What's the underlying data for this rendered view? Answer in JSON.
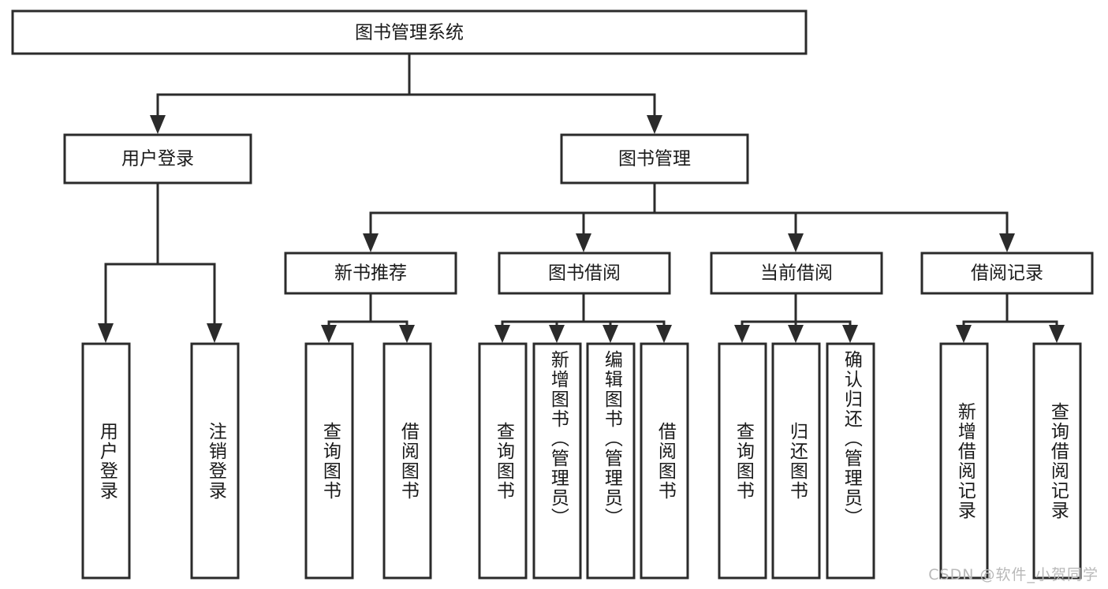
{
  "diagram": {
    "title": "图书管理系统",
    "type": "tree-hierarchy-diagram",
    "colors": {
      "box_stroke": "#2b2b2b",
      "box_fill": "#ffffff",
      "connector": "#2b2b2b",
      "text": "#1a1a1a",
      "watermark": "#b9b9b9",
      "background": "#ffffff"
    },
    "root": {
      "label": "图书管理系统"
    },
    "level2": [
      {
        "label": "用户登录"
      },
      {
        "label": "图书管理"
      }
    ],
    "level3": [
      {
        "label": "新书推荐"
      },
      {
        "label": "图书借阅"
      },
      {
        "label": "当前借阅"
      },
      {
        "label": "借阅记录"
      }
    ],
    "leaves": {
      "user_login": [
        {
          "label": "用户登录"
        },
        {
          "label": "注销登录"
        }
      ],
      "new_book_recommend": [
        {
          "label": "查询图书"
        },
        {
          "label": "借阅图书"
        }
      ],
      "book_borrow": [
        {
          "label": "查询图书"
        },
        {
          "label": "新增图书（管理员）"
        },
        {
          "label": "编辑图书（管理员）"
        },
        {
          "label": "借阅图书"
        }
      ],
      "current_borrow": [
        {
          "label": "查询图书"
        },
        {
          "label": "归还图书"
        },
        {
          "label": "确认归还（管理员）"
        }
      ],
      "borrow_record": [
        {
          "label": "新增借阅记录"
        },
        {
          "label": "查询借阅记录"
        }
      ]
    }
  },
  "watermark": {
    "text": "CSDN @软件_小贺同学"
  }
}
